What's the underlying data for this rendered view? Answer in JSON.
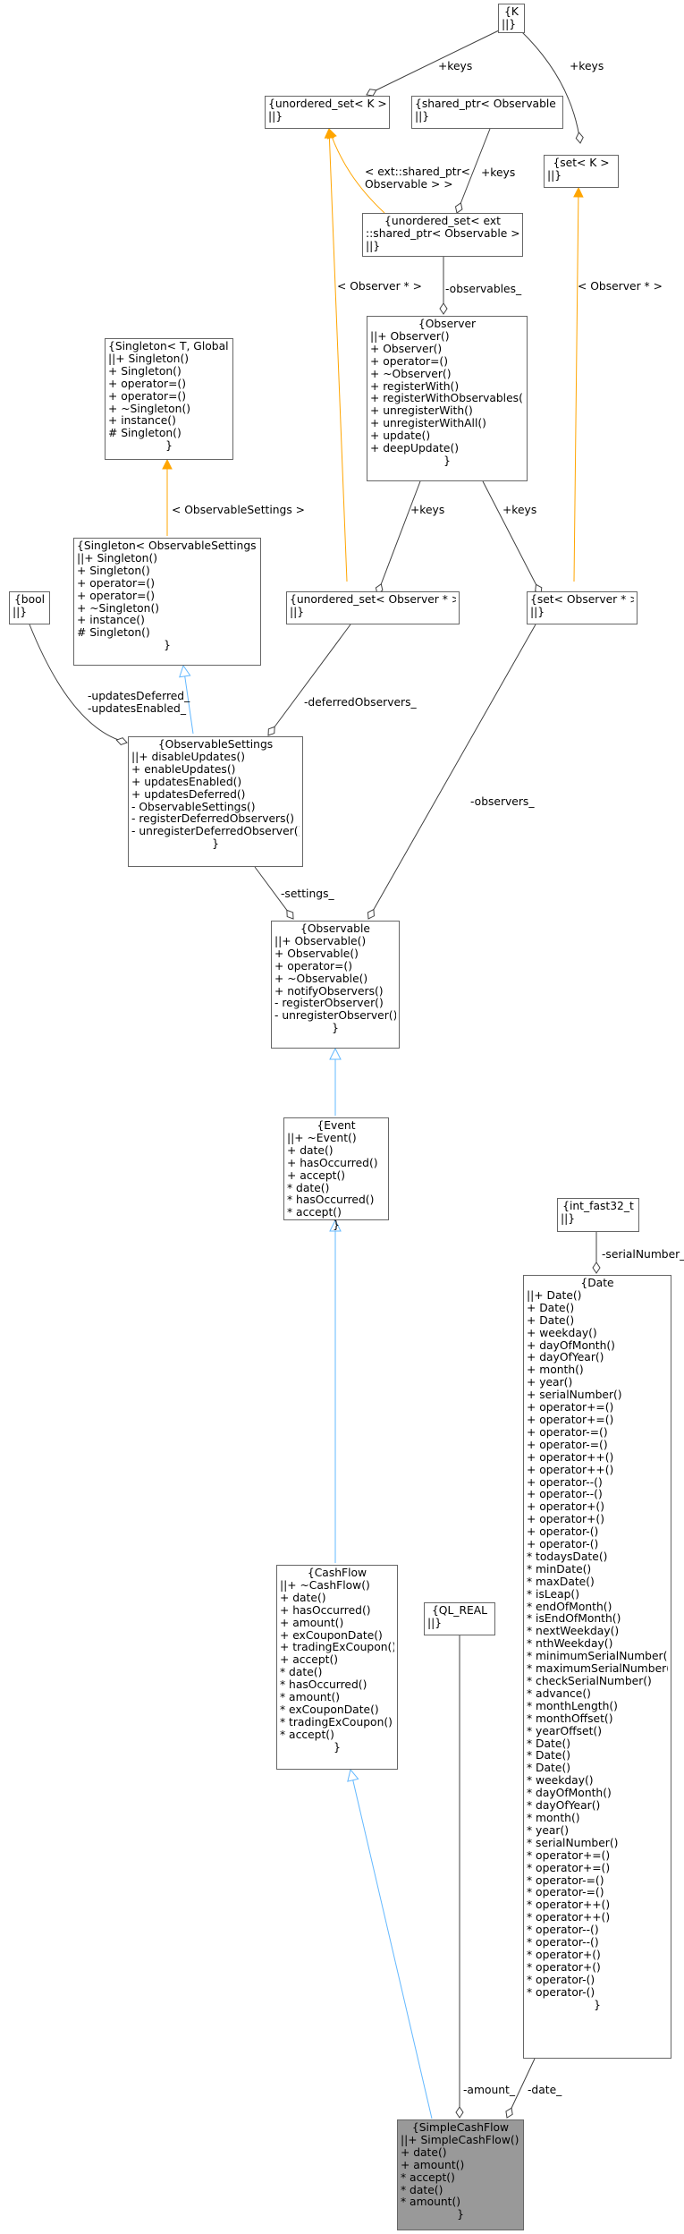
{
  "nodes": {
    "K": [
      "{K",
      "||}"
    ],
    "unordered_set_K": [
      "{unordered_set< K >",
      "||}"
    ],
    "shared_ptr_Observable": [
      "{shared_ptr< Observable >",
      "||}"
    ],
    "set_K": [
      "{set< K >",
      "||}"
    ],
    "unordered_set_ext_shared_ptr": [
      "{unordered_set< ext",
      "::shared_ptr< Observable > >",
      "||}"
    ],
    "singleton_template": [
      "{Singleton< T, Global >",
      "||+ Singleton()",
      "+ Singleton()",
      "+ operator=()",
      "+ operator=()",
      "+ ~Singleton()",
      "+ instance()",
      "# Singleton()",
      "}"
    ],
    "observer": [
      "{Observer",
      "||+ Observer()",
      "+ Observer()",
      "+ operator=()",
      "+ ~Observer()",
      "+ registerWith()",
      "+ registerWithObservables()",
      "+ unregisterWith()",
      "+ unregisterWithAll()",
      "+ update()",
      "+ deepUpdate()",
      "}"
    ],
    "singleton_observable_settings": [
      "{Singleton< ObservableSettings >",
      "||+ Singleton()",
      "+ Singleton()",
      "+ operator=()",
      "+ operator=()",
      "+ ~Singleton()",
      "+ instance()",
      "# Singleton()",
      "}"
    ],
    "bool": [
      "{bool",
      "||}"
    ],
    "unordered_set_observer_ptr": [
      "{unordered_set< Observer * >",
      "||}"
    ],
    "set_observer_ptr": [
      "{set< Observer * >",
      "||}"
    ],
    "observable_settings": [
      "{ObservableSettings",
      "||+ disableUpdates()",
      "+ enableUpdates()",
      "+ updatesEnabled()",
      "+ updatesDeferred()",
      "- ObservableSettings()",
      "- registerDeferredObservers()",
      "- unregisterDeferredObserver()",
      "}"
    ],
    "observable": [
      "{Observable",
      "||+ Observable()",
      "+ Observable()",
      "+ operator=()",
      "+ ~Observable()",
      "+ notifyObservers()",
      "- registerObserver()",
      "- unregisterObserver()",
      "}"
    ],
    "event": [
      "{Event",
      "||+ ~Event()",
      "+ date()",
      "+ hasOccurred()",
      "+ accept()",
      "* date()",
      "* hasOccurred()",
      "* accept()",
      "}"
    ],
    "int_fast32_t": [
      "{int_fast32_t",
      "||}"
    ],
    "date": [
      "{Date",
      "||+ Date()",
      "+ Date()",
      "+ Date()",
      "+ weekday()",
      "+ dayOfMonth()",
      "+ dayOfYear()",
      "+ month()",
      "+ year()",
      "+ serialNumber()",
      "+ operator+=()",
      "+ operator+=()",
      "+ operator-=()",
      "+ operator-=()",
      "+ operator++()",
      "+ operator++()",
      "+ operator--()",
      "+ operator--()",
      "+ operator+()",
      "+ operator+()",
      "+ operator-()",
      "+ operator-()",
      "* todaysDate()",
      "* minDate()",
      "* maxDate()",
      "* isLeap()",
      "* endOfMonth()",
      "* isEndOfMonth()",
      "* nextWeekday()",
      "* nthWeekday()",
      "* minimumSerialNumber()",
      "* maximumSerialNumber()",
      "* checkSerialNumber()",
      "* advance()",
      "* monthLength()",
      "* monthOffset()",
      "* yearOffset()",
      "* Date()",
      "* Date()",
      "* Date()",
      "* weekday()",
      "* dayOfMonth()",
      "* dayOfYear()",
      "* month()",
      "* year()",
      "* serialNumber()",
      "* operator+=()",
      "* operator+=()",
      "* operator-=()",
      "* operator-=()",
      "* operator++()",
      "* operator++()",
      "* operator--()",
      "* operator--()",
      "* operator+()",
      "* operator+()",
      "* operator-()",
      "* operator-()",
      "}"
    ],
    "cashflow": [
      "{CashFlow",
      "||+ ~CashFlow()",
      "+ date()",
      "+ hasOccurred()",
      "+ amount()",
      "+ exCouponDate()",
      "+ tradingExCoupon()",
      "+ accept()",
      "* date()",
      "* hasOccurred()",
      "* amount()",
      "* exCouponDate()",
      "* tradingExCoupon()",
      "* accept()",
      "}"
    ],
    "ql_real": [
      "{QL_REAL",
      "||}"
    ],
    "simple_cashflow": [
      "{SimpleCashFlow",
      "||+ SimpleCashFlow()",
      "+ date()",
      "+ amount()",
      "* accept()",
      "* date()",
      "* amount()",
      "}"
    ]
  },
  "edge_labels": {
    "keys_1": "+keys",
    "keys_2": "+keys",
    "keys_3": "+keys",
    "keys_4": "+keys",
    "keys_5": "+keys",
    "ext_shared_ptr": "< ext::shared_ptr<\nObservable > >",
    "observables": "-observables_",
    "observer_ptr_1": "< Observer * >",
    "observer_ptr_2": "< Observer * >",
    "observable_settings_tpl": "< ObservableSettings >",
    "updates_deferred": "-updatesDeferred_\n-updatesEnabled_",
    "deferred_observers": "-deferredObservers_",
    "observers": "-observers_",
    "settings": "-settings_",
    "serial_number": "-serialNumber_",
    "amount": "-amount_",
    "date": "-date_"
  },
  "colors": {
    "node_border": "#666666",
    "node_bg": "#ffffff",
    "focus_bg": "#999999",
    "edge_usage": "#404040",
    "edge_template": "#ffa500",
    "edge_inherit": "#63b8ff"
  }
}
